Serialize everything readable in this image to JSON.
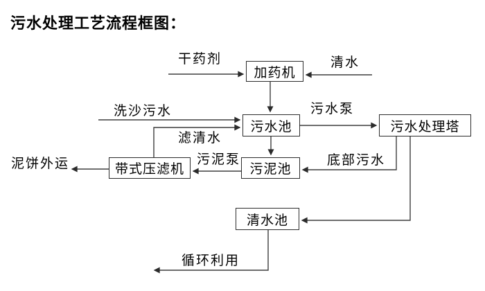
{
  "title": "污水处理工艺流程框图：",
  "diagram": {
    "type": "flowchart",
    "nodes": {
      "dosing_machine": {
        "label": "加药机"
      },
      "sewage_pool": {
        "label": "污水池"
      },
      "treatment_tower": {
        "label": "污水处理塔"
      },
      "sludge_pool": {
        "label": "污泥池"
      },
      "belt_filter_press": {
        "label": "带式压滤机"
      },
      "clean_water_pool": {
        "label": "清水池"
      }
    },
    "edge_labels": {
      "dry_agent": "干药剂",
      "clean_water": "清水",
      "sand_washing_sewage": "洗沙污水",
      "filtered_water": "滤清水",
      "sewage_pump": "污水泵",
      "sludge_pump": "污泥泵",
      "bottom_sewage": "底部污水",
      "mud_cake_out": "泥饼外运",
      "recycle": "循环利用"
    },
    "edges": [
      {
        "from": "干药剂(外部)",
        "to": "加药机",
        "label": "干药剂"
      },
      {
        "from": "清水(外部)",
        "to": "加药机",
        "label": "清水"
      },
      {
        "from": "加药机",
        "to": "污水池",
        "label": ""
      },
      {
        "from": "洗沙污水(外部)",
        "to": "污水池",
        "label": "洗沙污水"
      },
      {
        "from": "带式压滤机",
        "to": "污水池",
        "label": "滤清水"
      },
      {
        "from": "污水池",
        "to": "污水处理塔",
        "label": "污水泵"
      },
      {
        "from": "污水池",
        "to": "污泥池",
        "label": ""
      },
      {
        "from": "污水处理塔",
        "to": "污泥池",
        "label": "底部污水"
      },
      {
        "from": "污水处理塔",
        "to": "清水池",
        "label": ""
      },
      {
        "from": "污泥池",
        "to": "带式压滤机",
        "label": "污泥泵"
      },
      {
        "from": "带式压滤机",
        "to": "泥饼外运(外部)",
        "label": "泥饼外运"
      },
      {
        "from": "清水池",
        "to": "循环利用(外部)",
        "label": "循环利用"
      }
    ],
    "colors": {
      "background": "#ffffff",
      "line": "#3d3d3d",
      "box_border": "#2b2b2b",
      "text": "#000000"
    }
  }
}
